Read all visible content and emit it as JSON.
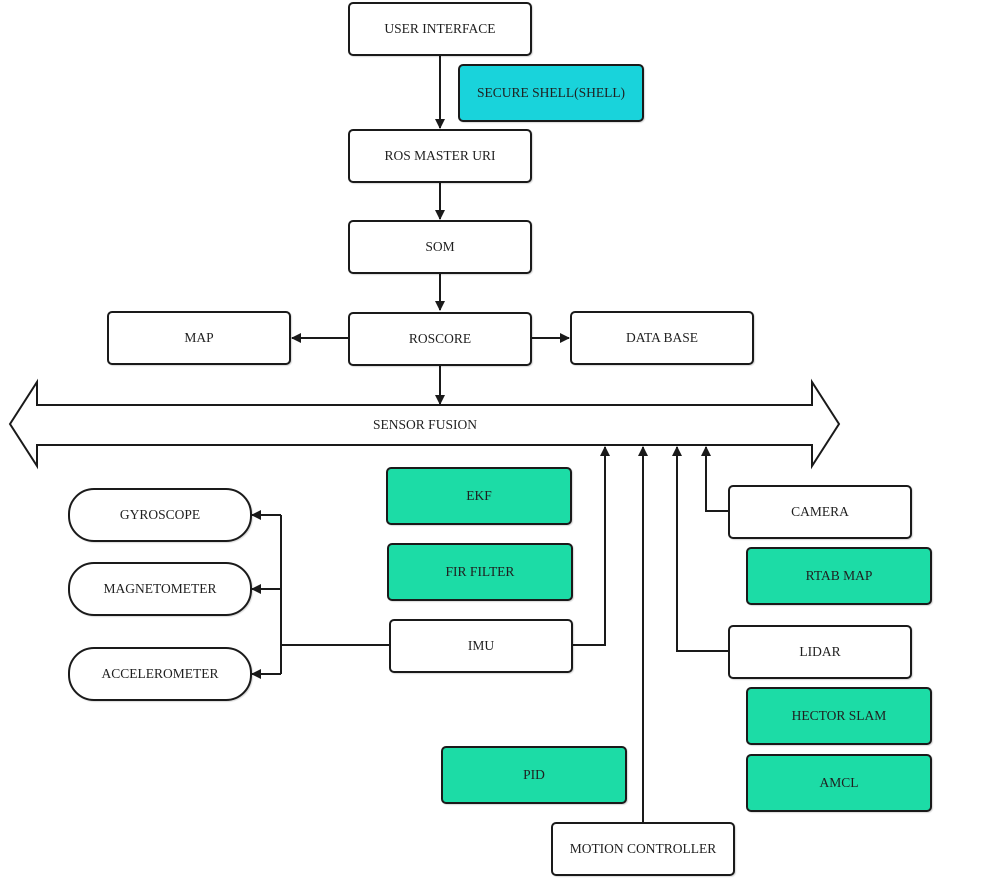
{
  "colors": {
    "teal": "#1cdca6",
    "cyan": "#19d3db",
    "stroke": "#1a1a1a",
    "white": "#ffffff"
  },
  "nodes": {
    "user_interface": "USER INTERFACE",
    "secure_shell": "SECURE SHELL(SHELL)",
    "ros_master_uri": "ROS MASTER URI",
    "som": "SOM",
    "map": "MAP",
    "roscore": "ROSCORE",
    "data_base": "DATA BASE",
    "sensor_fusion": "SENSOR FUSION",
    "gyroscope": "GYROSCOPE",
    "magnetometer": "MAGNETOMETER",
    "accelerometer": "ACCELEROMETER",
    "ekf": "EKF",
    "fir_filter": "FIR FILTER",
    "imu": "IMU",
    "camera": "CAMERA",
    "rtab_map": "RTAB MAP",
    "lidar": "LIDAR",
    "hector_slam": "HECTOR SLAM",
    "amcl": "AMCL",
    "pid": "PID",
    "motion_controller": "MOTION CONTROLLER"
  }
}
